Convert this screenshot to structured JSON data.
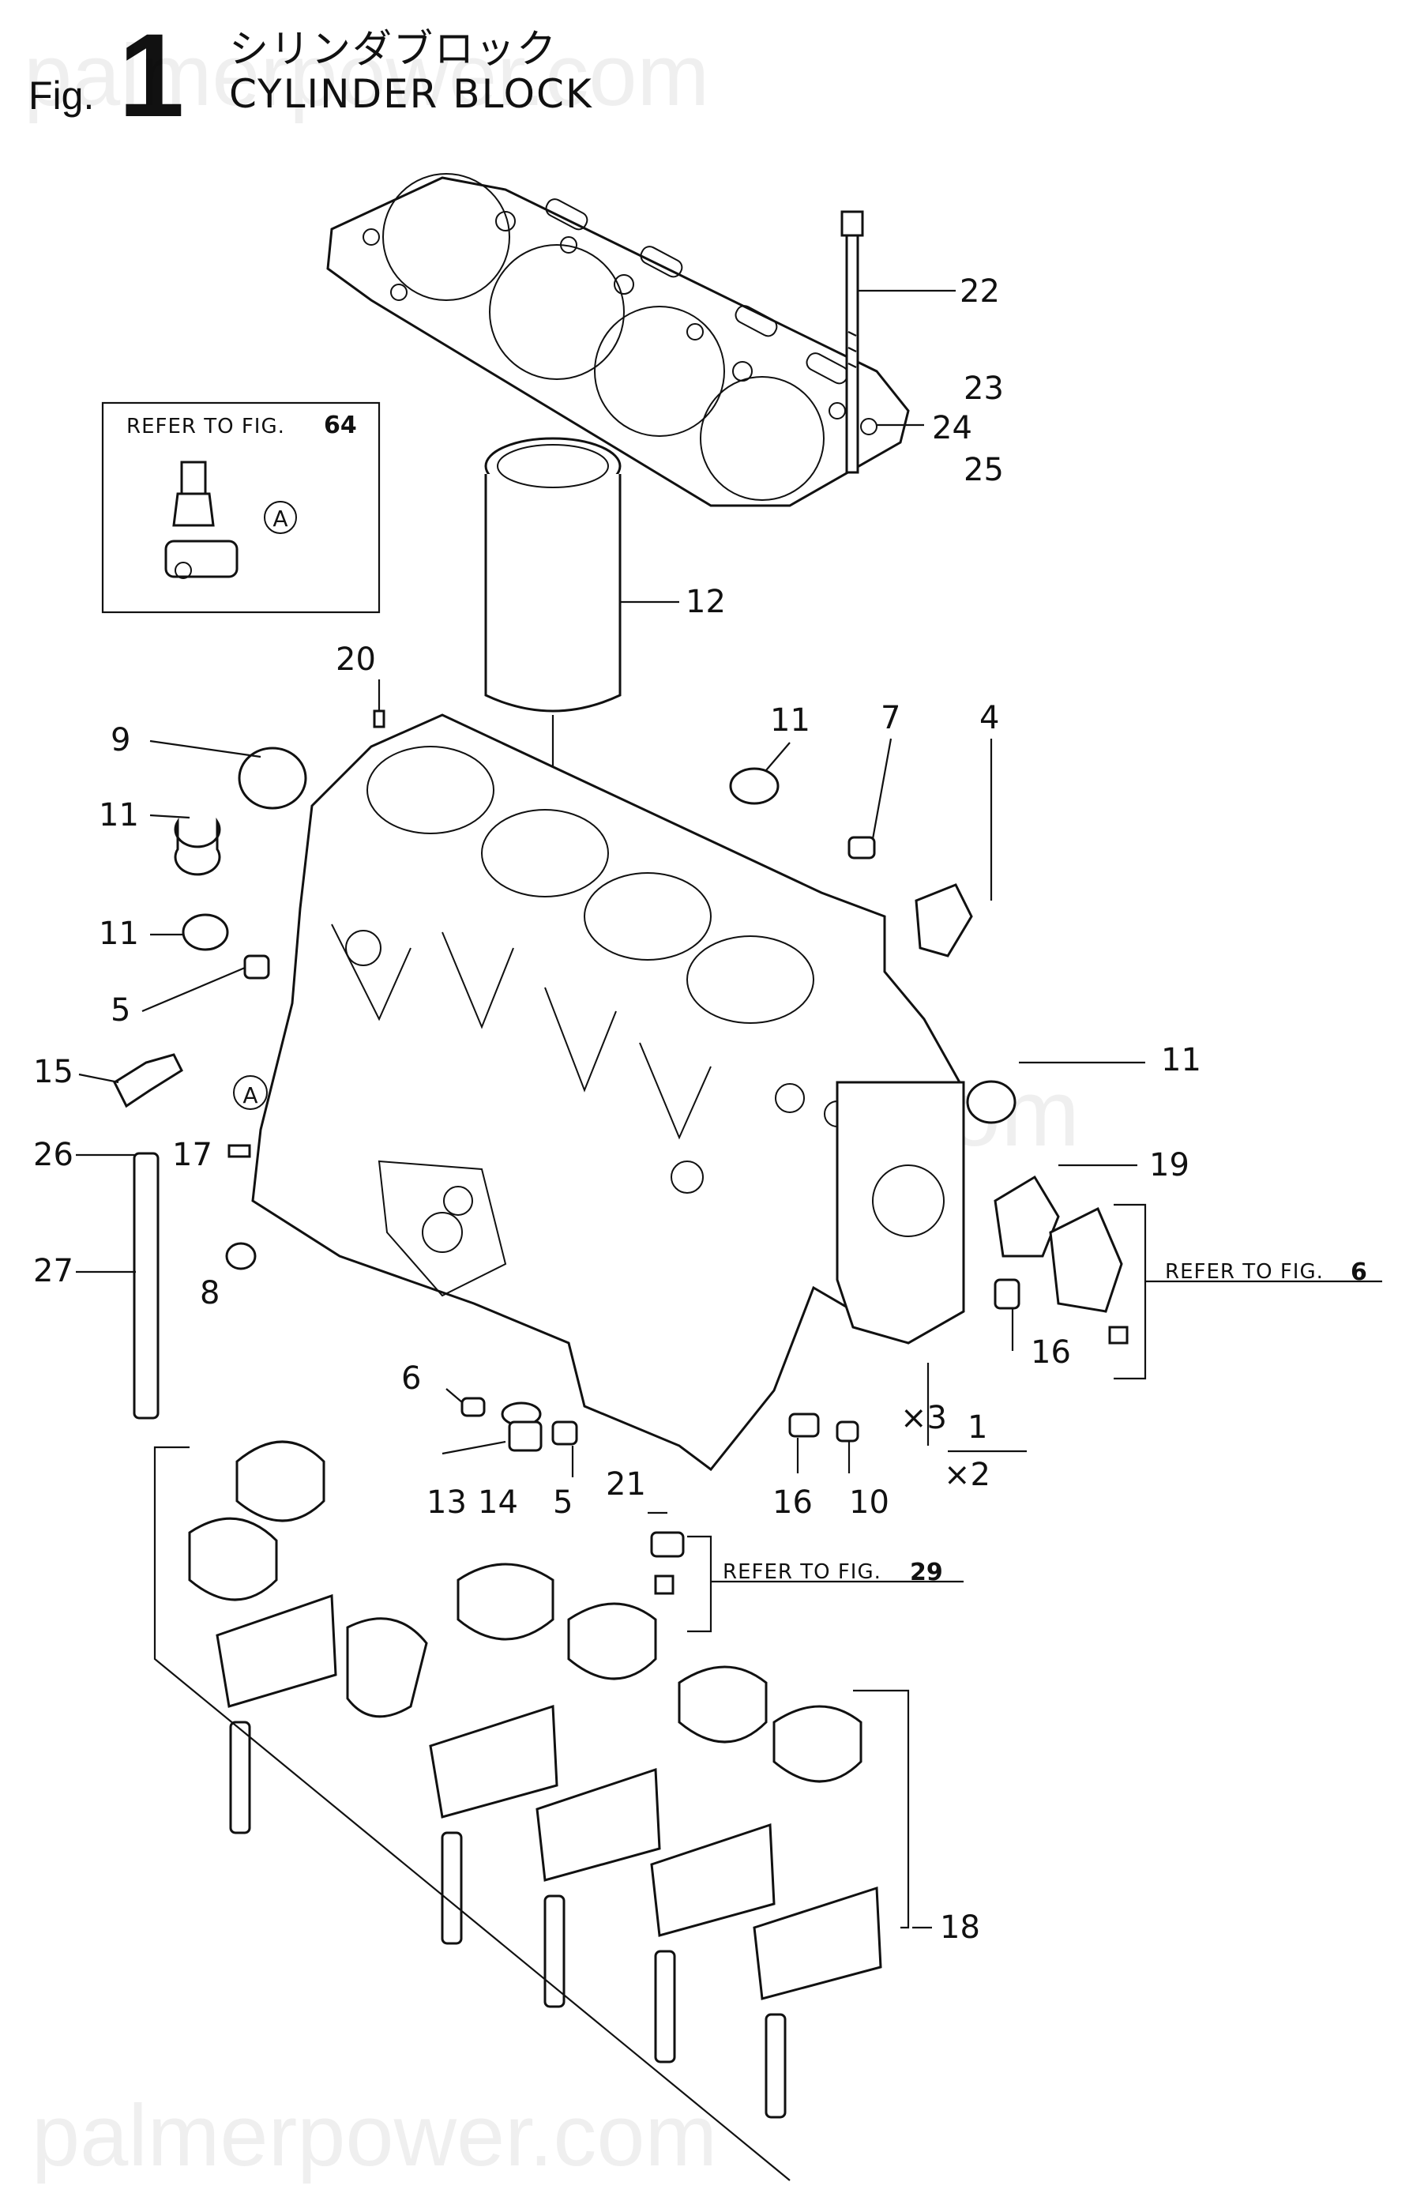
{
  "header": {
    "fig_word": "Fig.",
    "fig_number": "1",
    "title_jp": "シリンダブロック",
    "title_en": "CYLINDER BLOCK"
  },
  "watermark": {
    "text": "palmerpower.com",
    "center_text": "palmerpower.com"
  },
  "inset": {
    "refer_text": "REFER TO FIG.",
    "refer_fig": "64",
    "marker": "A"
  },
  "marker_main": "A",
  "references": [
    {
      "text": "REFER TO FIG.",
      "fig": "6"
    },
    {
      "text": "REFER TO FIG.",
      "fig": "29"
    }
  ],
  "callouts": [
    {
      "id": "22",
      "text": "22"
    },
    {
      "id": "23",
      "text": "23"
    },
    {
      "id": "24",
      "text": "24"
    },
    {
      "id": "25",
      "text": "25"
    },
    {
      "id": "12",
      "text": "12"
    },
    {
      "id": "20",
      "text": "20"
    },
    {
      "id": "9",
      "text": "9"
    },
    {
      "id": "11a",
      "text": "11"
    },
    {
      "id": "11b",
      "text": "11"
    },
    {
      "id": "11c",
      "text": "11"
    },
    {
      "id": "11d",
      "text": "11"
    },
    {
      "id": "7",
      "text": "7"
    },
    {
      "id": "4",
      "text": "4"
    },
    {
      "id": "5a",
      "text": "5"
    },
    {
      "id": "15",
      "text": "15"
    },
    {
      "id": "17",
      "text": "17"
    },
    {
      "id": "26",
      "text": "26"
    },
    {
      "id": "27",
      "text": "27"
    },
    {
      "id": "8",
      "text": "8"
    },
    {
      "id": "19",
      "text": "19"
    },
    {
      "id": "16a",
      "text": "16"
    },
    {
      "id": "x3",
      "text": "×3"
    },
    {
      "id": "1",
      "text": "1"
    },
    {
      "id": "x2",
      "text": "×2"
    },
    {
      "id": "6",
      "text": "6"
    },
    {
      "id": "13",
      "text": "13"
    },
    {
      "id": "14",
      "text": "14"
    },
    {
      "id": "5b",
      "text": "5"
    },
    {
      "id": "16b",
      "text": "16"
    },
    {
      "id": "10",
      "text": "10"
    },
    {
      "id": "21",
      "text": "21"
    },
    {
      "id": "18",
      "text": "18"
    }
  ]
}
